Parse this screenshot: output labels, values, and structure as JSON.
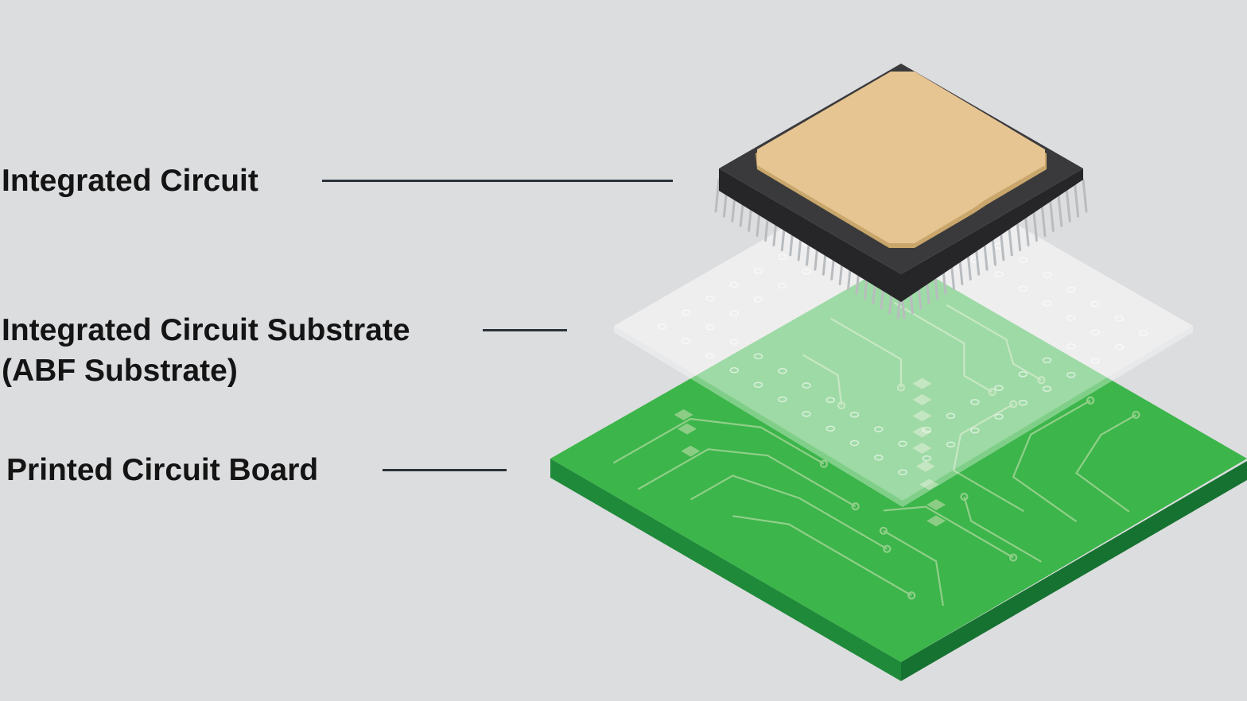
{
  "labels": {
    "ic": "Integrated Circuit",
    "substrate_line1": "Integrated Circuit Substrate",
    "substrate_line2": "(ABF Substrate)",
    "pcb": "Printed Circuit Board"
  },
  "colors": {
    "background": "#dcdddf",
    "label_text": "#141414",
    "leader_line": "#2b323a",
    "pcb_top": "#3cb54a",
    "pcb_side_left": "#1f8a3a",
    "pcb_side_right": "#167230",
    "pcb_trace": "#9fd494",
    "substrate": "#ffffff",
    "chip_body": "#3a3a3c",
    "chip_die": "#e6c592",
    "chip_die_edge": "#c9a66b",
    "chip_pin": "#b9bcbf"
  }
}
